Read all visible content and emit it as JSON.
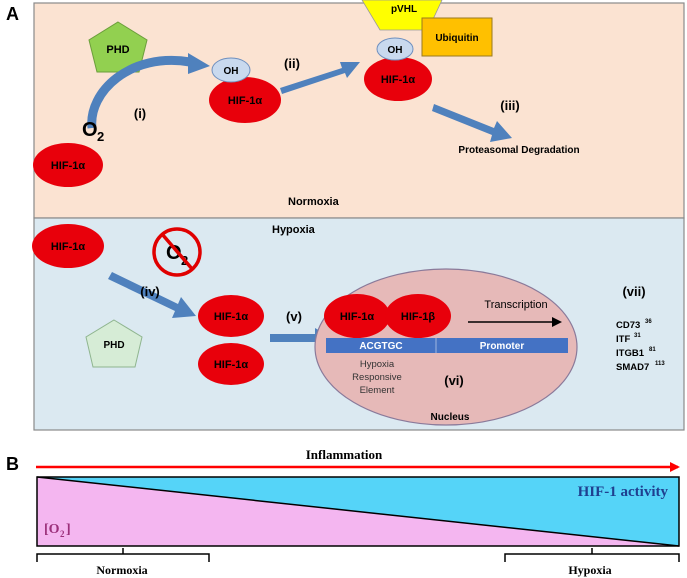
{
  "panel_a": {
    "letter": "A",
    "normoxia": {
      "label": "Normoxia",
      "phd": "PHD",
      "o2_main": "O",
      "o2_sub": "2",
      "hif_start": "HIF-1α",
      "step_i": "(i)",
      "oh": "OH",
      "hif_oh": "HIF-1α",
      "step_ii": "(ii)",
      "pvhl": "pVHL",
      "ubiquitin": "Ubiquitin",
      "oh2": "OH",
      "hif_pvhl": "HIF-1α",
      "step_iii": "(iii)",
      "degradation": "Proteasomal Degradation"
    },
    "hypoxia": {
      "label": "Hypoxia",
      "hif_start": "HIF-1α",
      "o2_main": "O",
      "o2_sub": "2",
      "step_iv": "(iv)",
      "phd": "PHD",
      "hif_a": "HIF-1α",
      "hif_b": "HIF-1α",
      "step_v": "(v)",
      "nucleus": {
        "label": "Nucleus",
        "hif1a": "HIF-1α",
        "hif1b": "HIF-1β",
        "transcription": "Transcription",
        "acgtgc": "ACGTGC",
        "promoter": "Promoter",
        "hre_line1": "Hypoxia",
        "hre_line2": "Responsive",
        "hre_line3": "Element",
        "step_vi": "(vi)"
      },
      "step_vii": "(vii)",
      "targets": [
        {
          "name": "CD73",
          "ref": "36"
        },
        {
          "name": "ITF",
          "ref": "31"
        },
        {
          "name": "ITGB1",
          "ref": "81"
        },
        {
          "name": "SMAD7",
          "ref": "113"
        }
      ]
    }
  },
  "panel_b": {
    "letter": "B",
    "inflammation": "Inflammation",
    "hif_activity": "HIF-1 activity",
    "o2_label": "[O",
    "o2_sub": "2",
    "o2_close": "]",
    "normoxia": "Normoxia",
    "hypoxia": "Hypoxia"
  },
  "colors": {
    "normoxia_bg": "#fbe3d2",
    "hypoxia_bg": "#dbe9f1",
    "hif_red": "#e8000b",
    "phd_green": "#92d050",
    "phd_pale": "#d6ecd6",
    "oh_blue": "#c9d9ee",
    "pvhl_yellow": "#ffff00",
    "ubiquitin_orange": "#ffc000",
    "arrow_blue": "#4f81bd",
    "nucleus_pink": "#e6b9b8",
    "hre_bar": "#4472c4",
    "inflammation_red": "#ff0000",
    "o2_pink": "#f4b6f0",
    "hif_cyan": "#55d4f8"
  }
}
